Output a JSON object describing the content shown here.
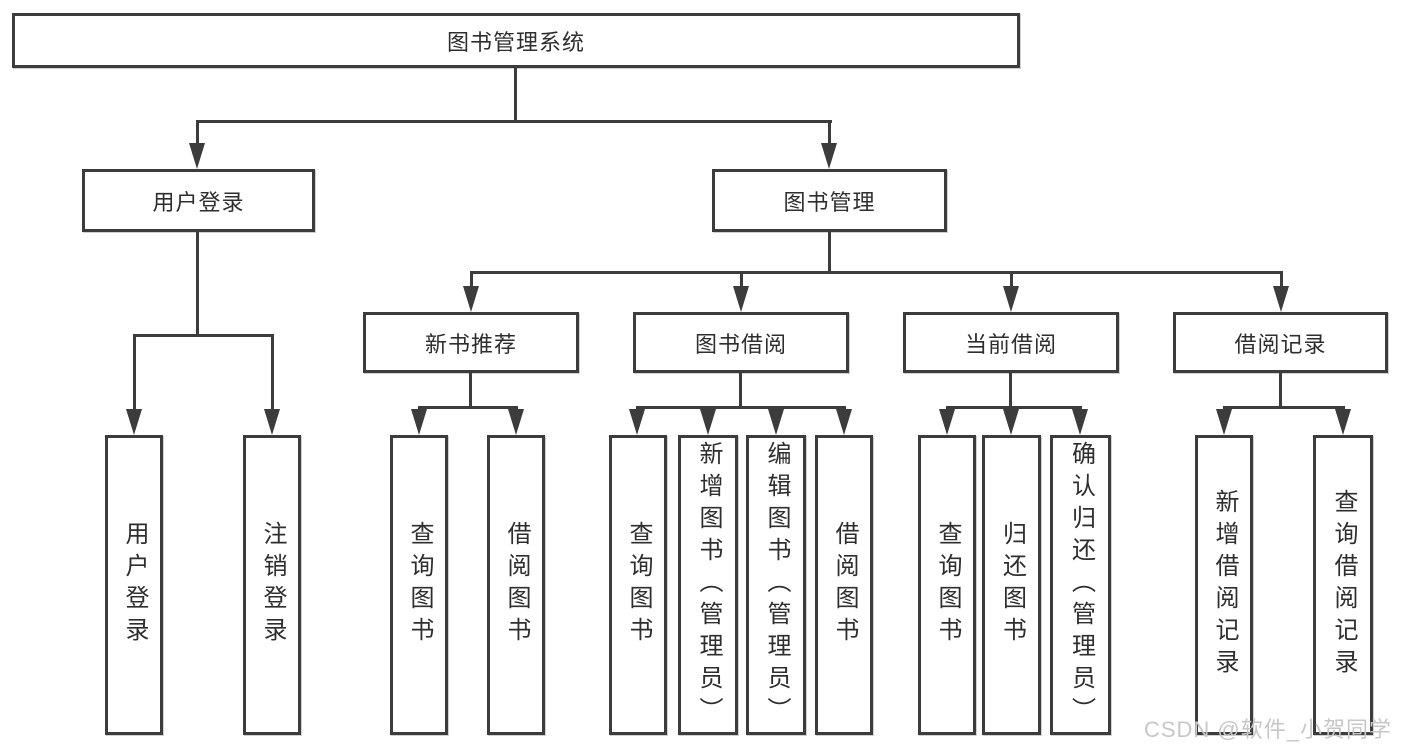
{
  "diagram": {
    "title": "图书管理系统",
    "root": {
      "label": "图书管理系统"
    },
    "level2": [
      {
        "label": "用户登录"
      },
      {
        "label": "图书管理"
      }
    ],
    "level3": [
      {
        "label": "新书推荐"
      },
      {
        "label": "图书借阅"
      },
      {
        "label": "当前借阅"
      },
      {
        "label": "借阅记录"
      }
    ],
    "leaves": {
      "user_login": [
        "用户登录",
        "注销登录"
      ],
      "new_book": [
        "查询图书",
        "借阅图书"
      ],
      "borrow": [
        "查询图书",
        "新增图书（管理员）",
        "编辑图书（管理员）",
        "借阅图书"
      ],
      "current": [
        "查询图书",
        "归还图书",
        "确认归还（管理员）"
      ],
      "records": [
        "新增借阅记录",
        "查询借阅记录"
      ]
    }
  },
  "watermark": "CSDN @软件_小贺同学",
  "colors": {
    "line": "#3c3c3c",
    "text": "#2e2e2e",
    "watermark": "#c7c7c7",
    "background": "#ffffff"
  }
}
